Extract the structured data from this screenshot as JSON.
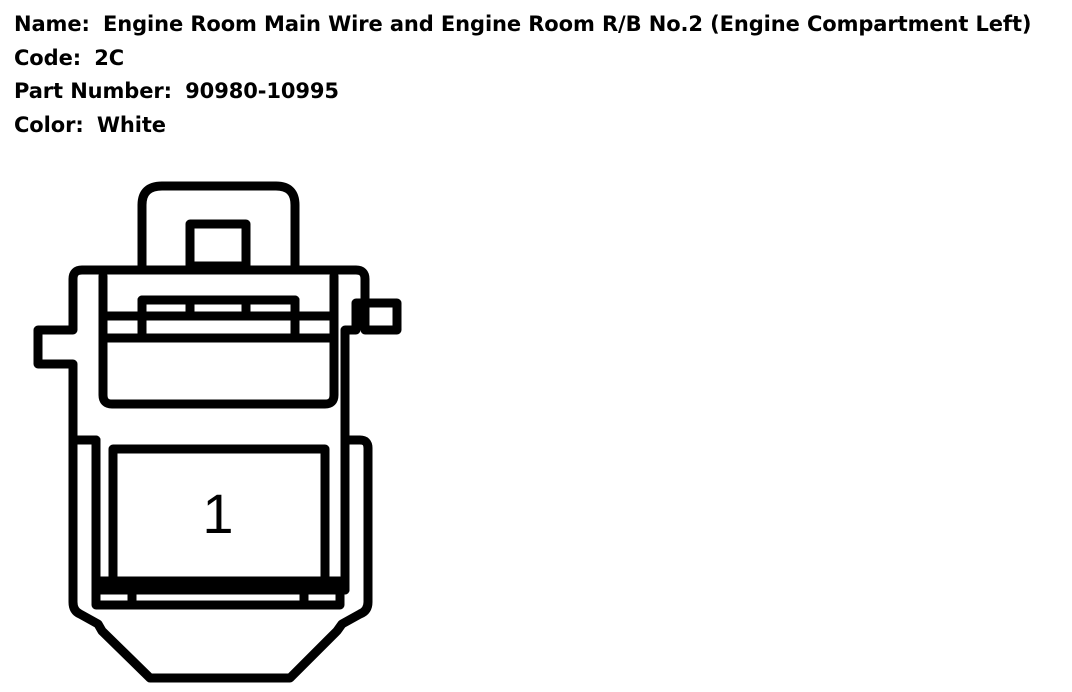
{
  "connector": {
    "name_label": "Name:",
    "name": "Engine Room Main Wire and Engine Room R/B No.2 (Engine Compartment Left)",
    "code_label": "Code:",
    "code": "2C",
    "part_number_label": "Part Number:",
    "part_number": "90980-10995",
    "color_label": "Color:",
    "color": "White"
  },
  "diagram": {
    "pins": [
      {
        "label": "1"
      }
    ],
    "stroke_color": "#000000",
    "background_color": "#ffffff"
  }
}
